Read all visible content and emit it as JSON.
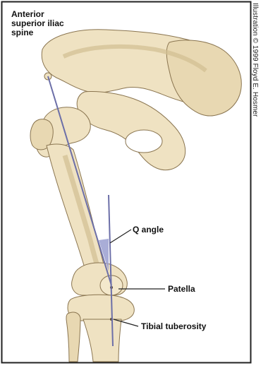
{
  "labels": {
    "asis_line1": "Anterior",
    "asis_line2": "superior iliac",
    "asis_line3": "spine",
    "q_angle": "Q angle",
    "patella": "Patella",
    "tibial_tuberosity": "Tibial tuberosity"
  },
  "credit": "Illustration © 1999 Floyd E. Hosmer",
  "colors": {
    "bone": "#efe2c2",
    "bone_shadow": "#d2bf92",
    "bone_outline": "#8a7550",
    "q_line": "#6c6fa8",
    "q_fill": "#9a9fd0",
    "border": "#222222"
  }
}
